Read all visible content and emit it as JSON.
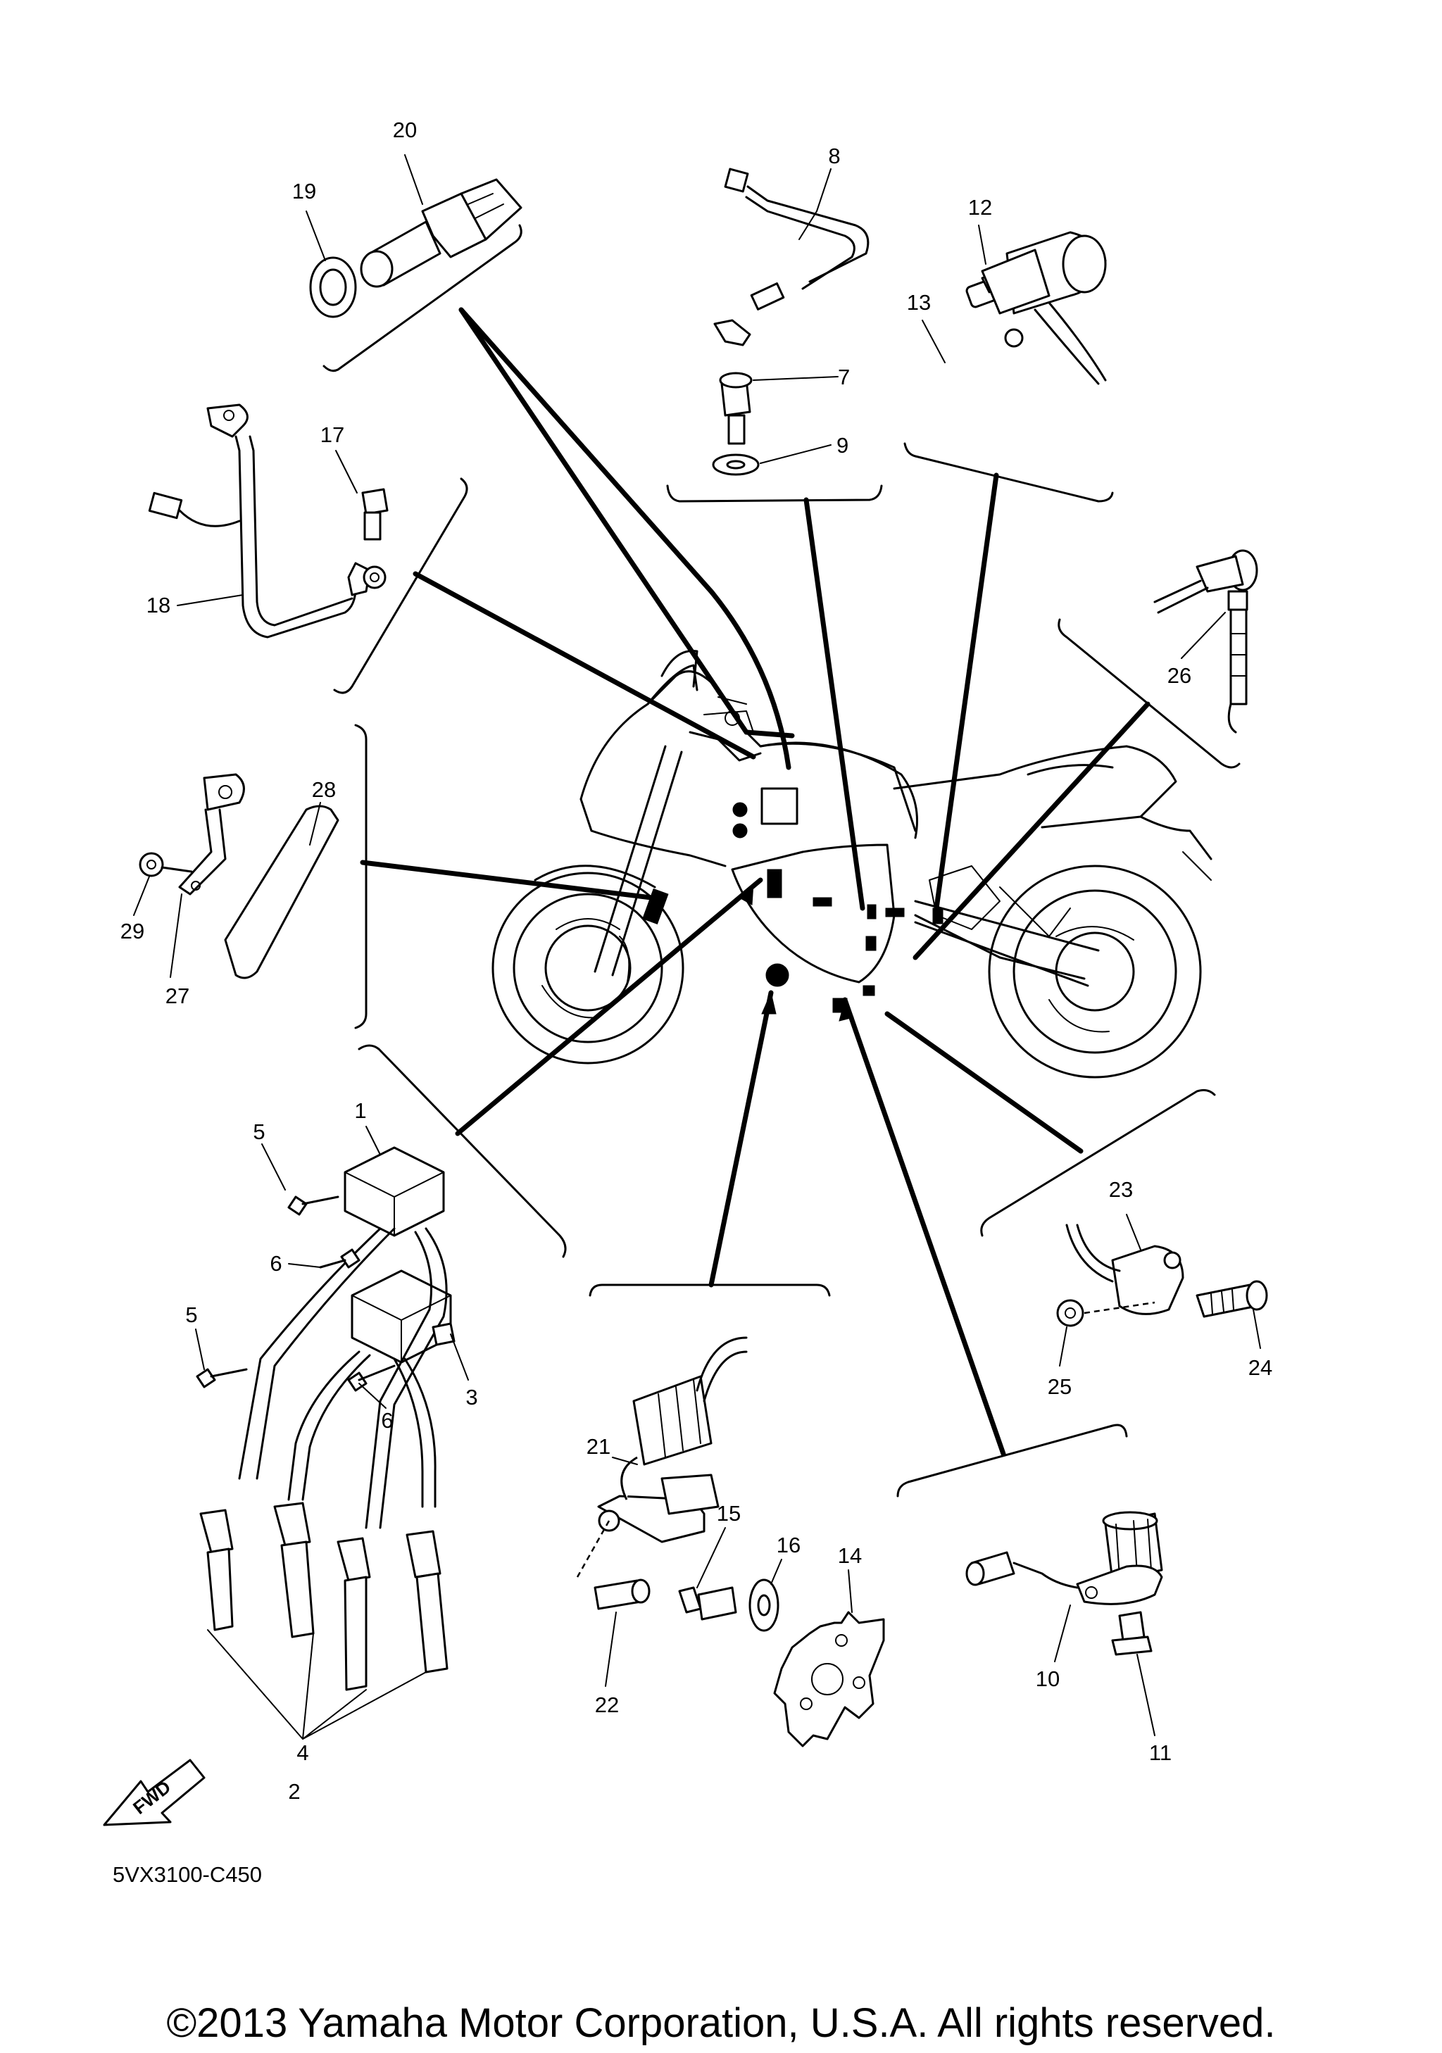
{
  "diagram_code": "5VX3100-C450",
  "copyright": "©2013 Yamaha Motor Corporation, U.S.A. All rights reserved.",
  "fwd_label": "FWD",
  "callouts": {
    "c1": "1",
    "c2": "2",
    "c3": "3",
    "c4": "4",
    "c5a": "5",
    "c5b": "5",
    "c6a": "6",
    "c6b": "6",
    "c7": "7",
    "c8": "8",
    "c9": "9",
    "c10": "10",
    "c11": "11",
    "c12": "12",
    "c13": "13",
    "c14": "14",
    "c15": "15",
    "c16": "16",
    "c17": "17",
    "c18": "18",
    "c19": "19",
    "c20": "20",
    "c21": "21",
    "c22": "22",
    "c23": "23",
    "c24": "24",
    "c25": "25",
    "c26": "26",
    "c27": "27",
    "c28": "28",
    "c29": "29"
  }
}
